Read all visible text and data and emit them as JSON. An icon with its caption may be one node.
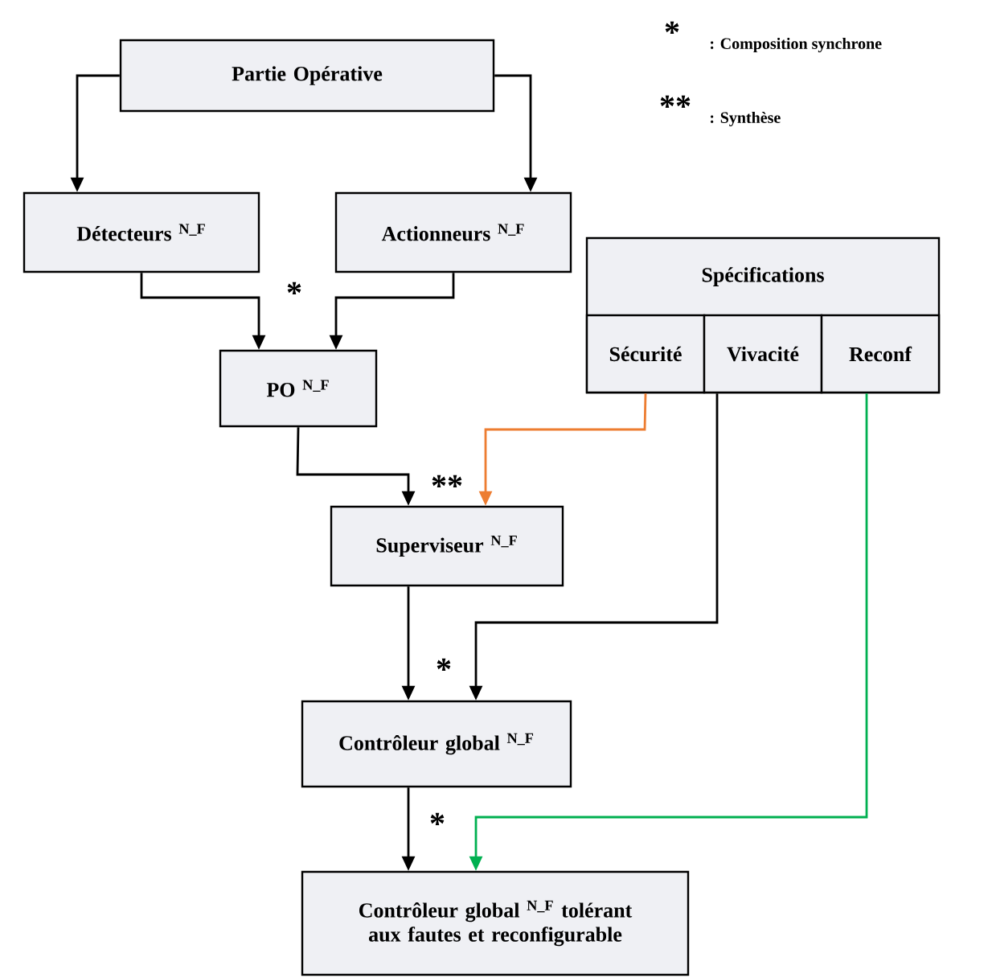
{
  "diagram": {
    "nodes": [
      {
        "text": [
          "Partie Opérative"
        ]
      },
      {
        "text": [
          "Détecteurs $^{N_F}$"
        ]
      },
      {
        "text": [
          "Actionneurs $^{N_F}$"
        ]
      },
      {
        "text": [
          "PO $^{N_F}$"
        ]
      },
      {
        "text": [
          "Spécifications"
        ]
      },
      {
        "text": [
          "Sécurité"
        ],
        "in": 4
      },
      {
        "text": [
          "Vivacité"
        ],
        "in": 4
      },
      {
        "text": [
          "Reconf"
        ],
        "in": 4
      },
      {
        "text": [
          "Superviseur $^{N_F}$"
        ]
      },
      {
        "text": [
          "Contrôleur global $^{N_F}$"
        ]
      },
      {
        "text": [
          "Contrôleur global $^{N_F}$ tolérant aux fautes et reconfigurable"
        ]
      }
    ],
    "edges": [
      {
        "from": 0,
        "to": 1,
        "arrow": "to"
      },
      {
        "from": 0,
        "to": 2,
        "arrow": "to"
      },
      {
        "from": 1,
        "to": 3,
        "arrow": "to"
      },
      {
        "from": 2,
        "to": 3,
        "arrow": "to"
      },
      {
        "from": 3,
        "to": 8,
        "arrow": "to"
      },
      {
        "from": 5,
        "to": 8,
        "arrow": "to",
        "color": "#ed7d31"
      },
      {
        "from": 8,
        "to": 9,
        "arrow": "to"
      },
      {
        "from": 6,
        "to": 9,
        "arrow": "to"
      },
      {
        "from": 9,
        "to": 10,
        "arrow": "to"
      },
      {
        "from": 7,
        "to": 10,
        "arrow": "to",
        "color": "#00b050"
      }
    ],
    "labels": [
      "*",
      ": Composition synchrone",
      "**",
      ": Synthèse",
      "*",
      "**",
      "*",
      "*"
    ]
  }
}
